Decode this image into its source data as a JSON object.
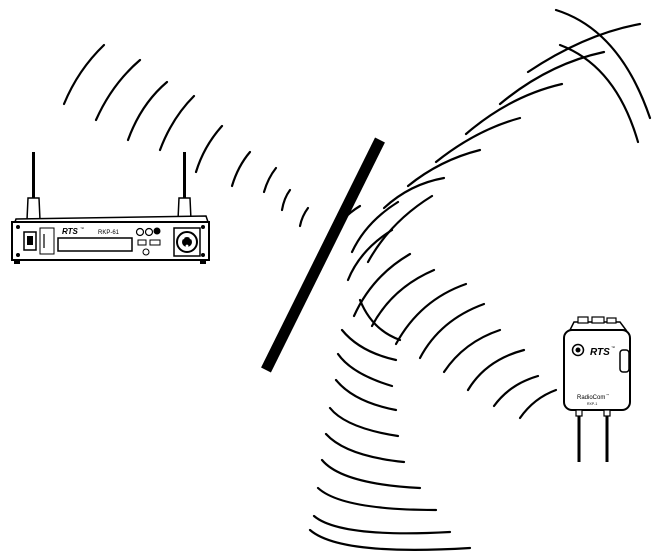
{
  "base_station": {
    "brand": "RTS",
    "trademark": "™",
    "model": "RKP-61"
  },
  "beltpack": {
    "brand": "RTS",
    "trademark": "™",
    "product": "RadioCom",
    "product_mark": "™",
    "model": "RXP-1"
  },
  "colors": {
    "ink": "#000000",
    "background": "#ffffff",
    "device_fill": "#ffffff"
  },
  "icons": {
    "barrier": "reflecting-wall",
    "waves": "radio-wave-arcs"
  }
}
